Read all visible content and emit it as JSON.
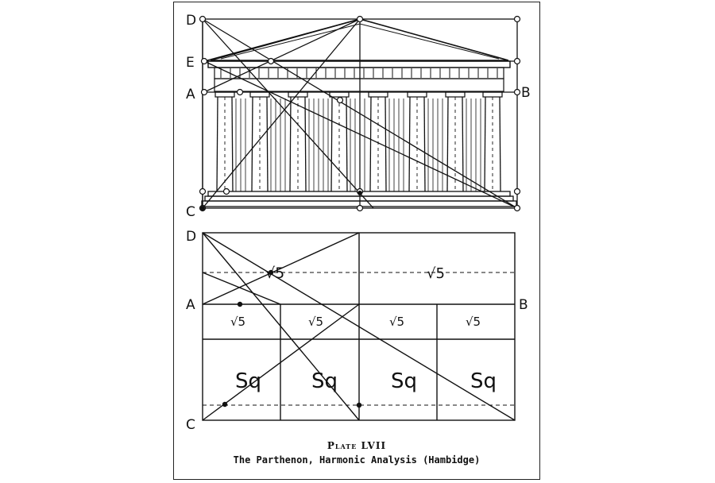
{
  "top_labels": {
    "D": "D",
    "E": "E",
    "A": "A",
    "B": "B",
    "C": "C"
  },
  "bottom_labels": {
    "D": "D",
    "A": "A",
    "B": "B",
    "C": "C"
  },
  "grid_labels": {
    "root5_main": "√5",
    "root5_right": "√5",
    "root5_row": [
      "√5",
      "√5",
      "√5",
      "√5"
    ],
    "sq_row": [
      "Sq",
      "Sq",
      "Sq",
      "Sq"
    ]
  },
  "caption": {
    "plate": "Plate LVII",
    "title": "The Parthenon, Harmonic Analysis (Hambidge)"
  }
}
